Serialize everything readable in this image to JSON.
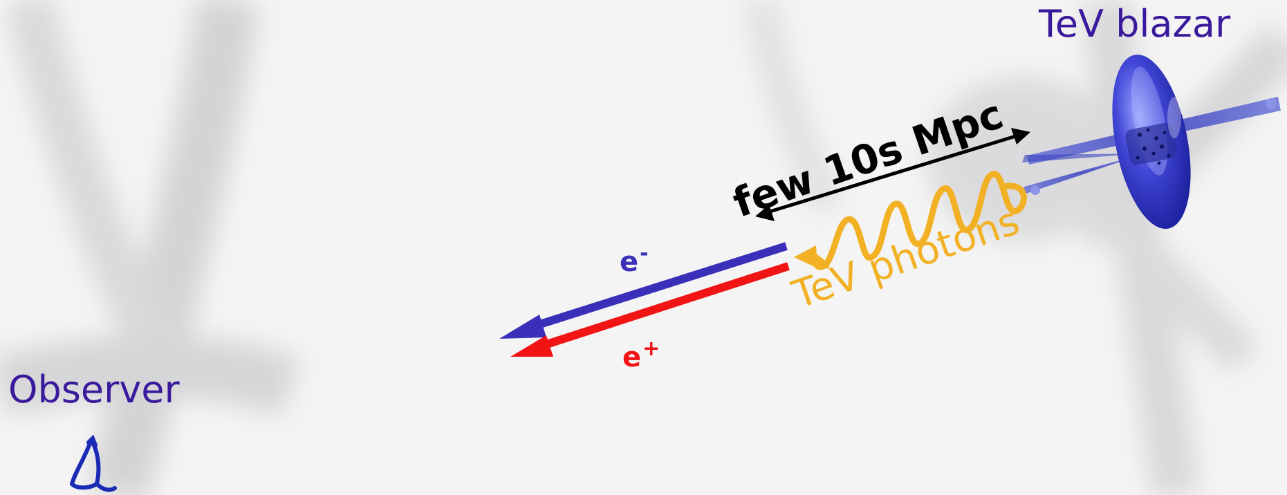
{
  "labels": {
    "blazar": "TeV blazar",
    "observer": "Observer",
    "distance": "few 10s Mpc",
    "photons": "TeV photons",
    "electron_base": "e",
    "electron_sign": "-",
    "positron_base": "e",
    "positron_sign": "+"
  },
  "colors": {
    "title_text": "#3a1a9c",
    "photon": "#f2b024",
    "electron": "#3a2fb8",
    "positron": "#f01414",
    "distance_arrow": "#000000",
    "blazar_body": "#3c3ec4"
  }
}
